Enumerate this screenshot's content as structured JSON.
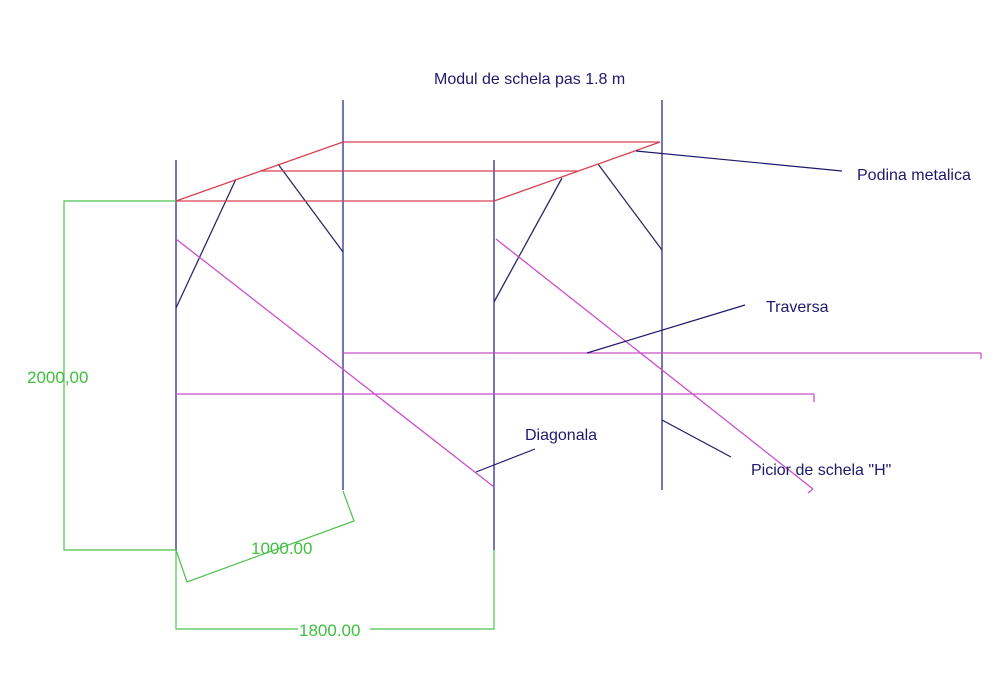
{
  "title": "Modul de schela  pas 1.8 m",
  "labels": {
    "podina": "Podina metalica",
    "traversa": "Traversa",
    "diagonala": "Diagonala",
    "picior": "Picior  de schela \"H\""
  },
  "dimensions": {
    "height": "2000,00",
    "depth": "1000.00",
    "width": "1800.00"
  },
  "colors": {
    "posts": "#2c2c8a",
    "deck": "#d94050",
    "traverse_diagonal": "#c950c9",
    "dimension": "#4ec04e",
    "label_text": "#1c1a6b"
  }
}
